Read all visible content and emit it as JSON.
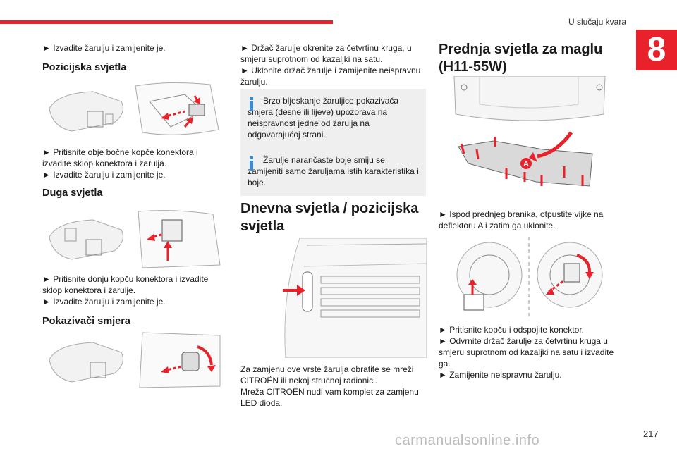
{
  "header": {
    "section_title": "U slučaju kvara",
    "chapter_number": "8",
    "page_number": "217",
    "accent_color": "#e8212b"
  },
  "col1": {
    "intro_step": "► Izvadite žarulju i zamijenite je.",
    "pozicijska": {
      "heading": "Pozicijska svjetla",
      "step1": "► Pritisnite obje bočne kopče konektora i izvadite sklop konektora i žarulja.",
      "step2": "► Izvadite žarulju i zamijenite je."
    },
    "duga": {
      "heading": "Duga svjetla",
      "step1": "► Pritisnite donju kopču konektora i izvadite sklop konektora i žarulje.",
      "step2": "► Izvadite žarulju i zamijenite je."
    },
    "pokazivaci": {
      "heading": "Pokazivači smjera"
    }
  },
  "col2": {
    "step1": "► Držač žarulje okrenite za četvrtinu kruga, u smjeru suprotnom od kazaljki na satu.",
    "step2": "► Uklonite držač žarulje i zamijenite neispravnu žarulju.",
    "info1": "Brzo bljeskanje žaruljice pokazivača smjera (desne ili lijeve) upozorava na neispravnost jedne od žarulja na odgovarajućoj strani.",
    "info2": "Žarulje narančaste boje smiju se zamijeniti samo žaruljama istih karakteristika i boje.",
    "dnevna_heading": "Dnevna svjetla / pozicijska svjetla",
    "dnevna_text1": "Za zamjenu ove vrste žarulja obratite se mreži CITROËN ili nekoj stručnoj radionici.",
    "dnevna_text2": "Mreža CITROËN nudi vam komplet za zamjenu LED dioda."
  },
  "col3": {
    "heading": "Prednja svjetla za maglu (H11-55W)",
    "label_a": "A",
    "step1": "► Ispod prednjeg branika, otpustite vijke na deflektoru A i zatim ga uklonite.",
    "step2": "► Pritisnite kopču i odspojite konektor.",
    "step3": "► Odvrnite držač žarulje za četvrtinu kruga u smjeru suprotnom od kazaljki na satu i izvadite ga.",
    "step4": "► Zamijenite neispravnu žarulju."
  },
  "watermark": "carmanualsonline.info"
}
